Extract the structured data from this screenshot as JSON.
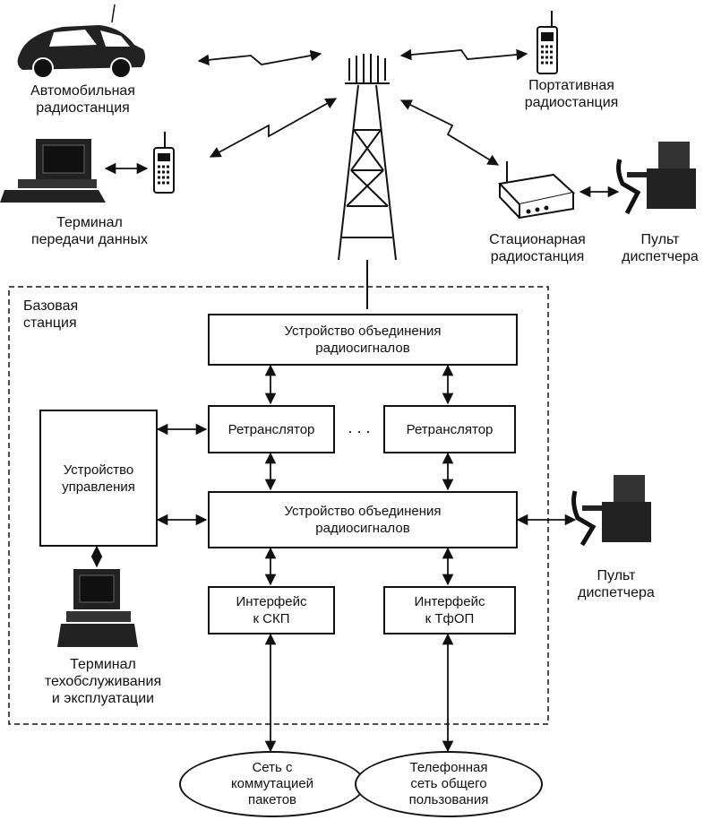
{
  "mobile": {
    "car_label_1": "Автомобильная",
    "car_label_2": "радиостанция",
    "portable_label_1": "Портативная",
    "portable_label_2": "радиостанция",
    "terminal_label_1": "Терминал",
    "terminal_label_2": "передачи данных",
    "stationary_label_1": "Стационарная",
    "stationary_label_2": "радиостанция",
    "dispatcher_top_1": "Пульт",
    "dispatcher_top_2": "диспетчера"
  },
  "base_station": {
    "title_1": "Базовая",
    "title_2": "станция",
    "combiner_top_1": "Устройство объединения",
    "combiner_top_2": "радиосигналов",
    "repeater_1": "Ретранслятор",
    "ellipsis": ". . .",
    "repeater_2": "Ретранслятор",
    "control_1": "Устройство",
    "control_2": "управления",
    "combiner_bottom_1": "Устройство объединения",
    "combiner_bottom_2": "радиосигналов",
    "iface_skp_1": "Интерфейс",
    "iface_skp_2": "к СКП",
    "iface_tfop_1": "Интерфейс",
    "iface_tfop_2": "к ТфОП",
    "maint_terminal_1": "Терминал",
    "maint_terminal_2": "техобслуживания",
    "maint_terminal_3": "и эксплуатации"
  },
  "external": {
    "dispatcher_right_1": "Пульт",
    "dispatcher_right_2": "диспетчера",
    "packet_net_1": "Сеть с",
    "packet_net_2": "коммутацией",
    "packet_net_3": "пакетов",
    "phone_net_1": "Телефонная",
    "phone_net_2": "сеть общего",
    "phone_net_3": "пользования"
  }
}
